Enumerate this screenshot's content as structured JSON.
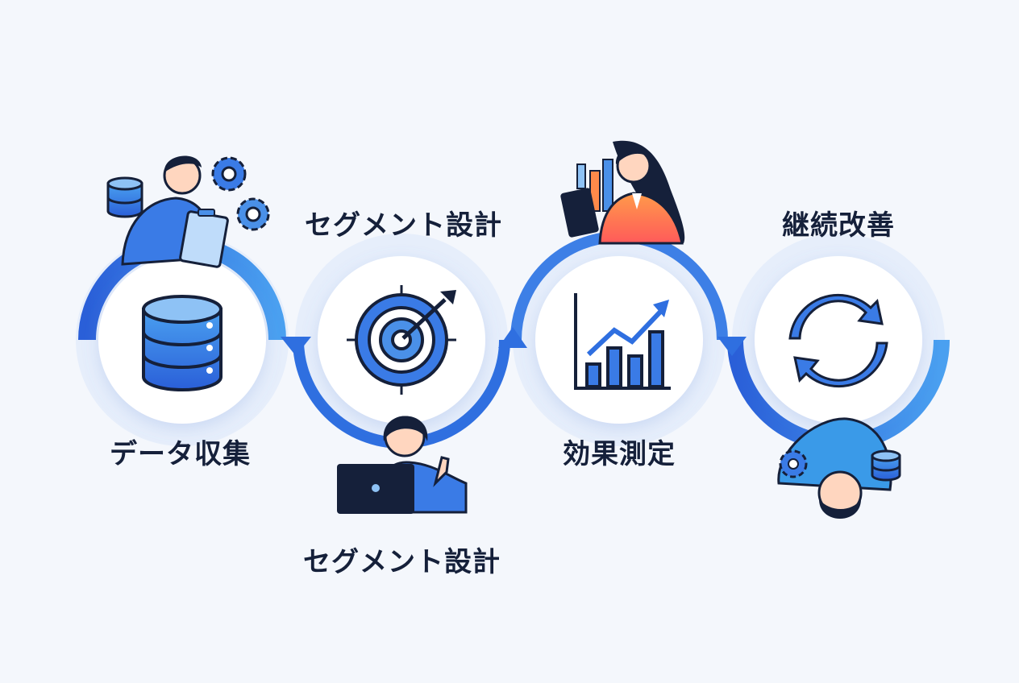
{
  "steps": [
    {
      "label": "データ収集",
      "icon": "database-icon"
    },
    {
      "label": "セグメント設計",
      "icon": "target-icon"
    },
    {
      "label": "効果測定",
      "icon": "bar-chart-icon"
    },
    {
      "label": "継続改善",
      "icon": "refresh-icon"
    }
  ],
  "extra_label": "セグメント設計",
  "colors": {
    "primary": "#2f6fe0",
    "light": "#4a90e8",
    "accent": "#ff7a3c",
    "navy": "#15203a",
    "background": "#f4f7fc"
  }
}
